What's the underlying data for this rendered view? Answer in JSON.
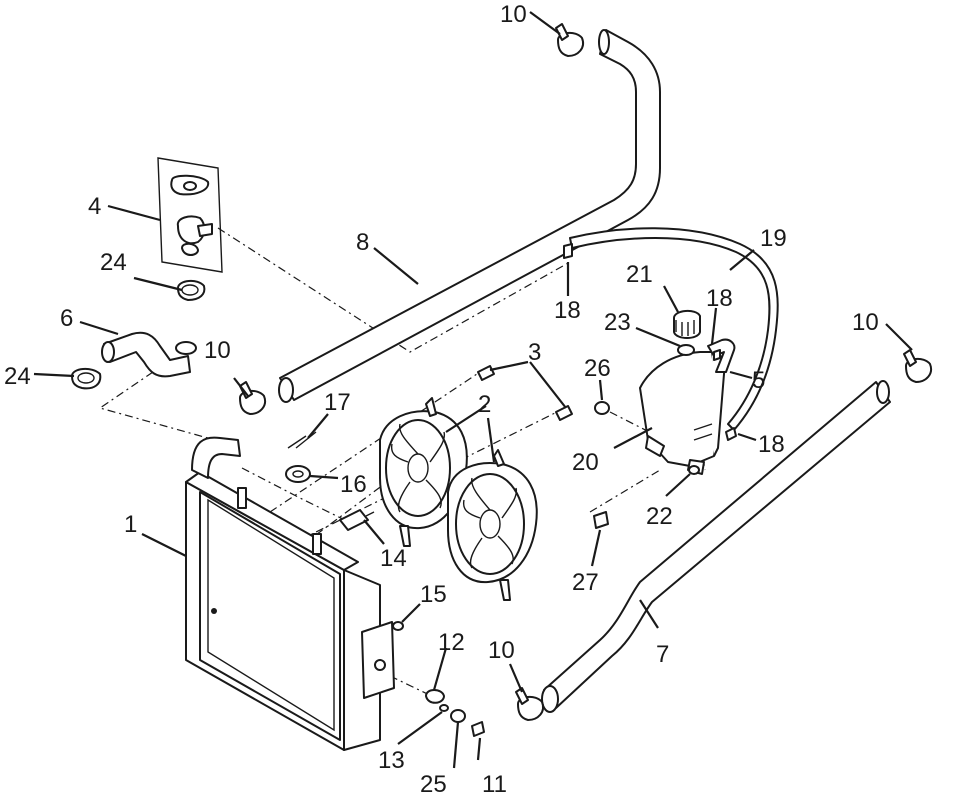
{
  "diagram": {
    "callouts": {
      "c1": "1",
      "c2": "2",
      "c3": "3",
      "c4": "4",
      "c5": "5",
      "c6": "6",
      "c7": "7",
      "c8": "8",
      "c10a": "10",
      "c10b": "10",
      "c10c": "10",
      "c10d": "10",
      "c11": "11",
      "c12": "12",
      "c13": "13",
      "c14": "14",
      "c15": "15",
      "c16": "16",
      "c17": "17",
      "c18a": "18",
      "c18b": "18",
      "c18c": "18",
      "c19": "19",
      "c20": "20",
      "c21": "21",
      "c22": "22",
      "c23": "23",
      "c24a": "24",
      "c24b": "24",
      "c25": "25",
      "c26": "26",
      "c27": "27"
    },
    "line_color": "#1a1a1a",
    "background": "#ffffff"
  }
}
